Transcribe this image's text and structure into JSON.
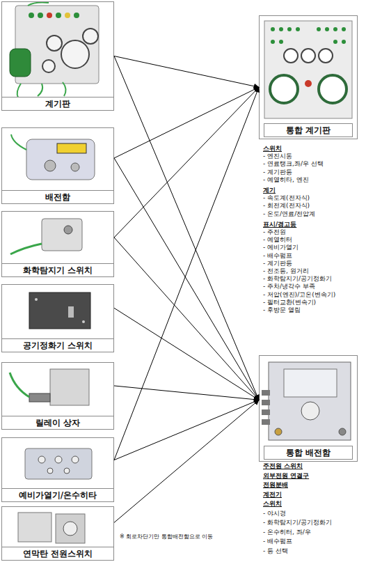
{
  "diagram": {
    "nodes": [
      {
        "text": [
          "계기판"
        ]
      },
      {
        "text": [
          "배전함"
        ]
      },
      {
        "text": [
          "화학탐지기 스위치"
        ]
      },
      {
        "text": [
          "공기정화기 스위치"
        ]
      },
      {
        "text": [
          "릴레이 상자"
        ]
      },
      {
        "text": [
          "예비가열기/온수히타"
        ]
      },
      {
        "text": [
          "연막탄 전원스위치"
        ]
      },
      {
        "text": [
          "통합 계기판"
        ]
      },
      {
        "text": [
          "통합 배전함"
        ]
      }
    ],
    "edges": [
      {
        "from": 0,
        "to": 7,
        "arrow": "to"
      },
      {
        "from": 0,
        "to": 8,
        "arrow": "to"
      },
      {
        "from": 1,
        "to": 7,
        "arrow": "to"
      },
      {
        "from": 1,
        "to": 8,
        "arrow": "to"
      },
      {
        "from": 2,
        "to": 7,
        "arrow": "to"
      },
      {
        "from": 2,
        "to": 8,
        "arrow": "to"
      },
      {
        "from": 3,
        "to": 8,
        "arrow": "to"
      },
      {
        "from": 4,
        "to": 8,
        "arrow": "to"
      },
      {
        "from": 5,
        "to": 7,
        "arrow": "to"
      },
      {
        "from": 5,
        "to": 8,
        "arrow": "to"
      },
      {
        "from": 6,
        "to": 8,
        "arrow": "to"
      }
    ],
    "labels": [
      "스위치",
      "- 엔진시동",
      "- 연료탱크,좌/우 선택",
      "- 계기판등",
      "- 예열히타, 엔진",
      "계기",
      "- 속도계(전자식)",
      "- 회전계(전자식)",
      "- 온도/연료/전압계",
      "표시/경고등",
      "- 주전원",
      "- 예열히터",
      "- 예비가열기",
      "- 배수펌프",
      "- 계기판등",
      "- 전조등, 원거리",
      "- 화학탐지기/공기정화기",
      "- 주차/냉각수 부족",
      "- 저압(엔진)/고온(변속기)",
      "- 필터교환(변속기)",
      "- 후방문 열림",
      "주전원 스위치",
      "외부전원 연결구",
      "전원분배",
      "계전기",
      "스위치",
      "- 야시경",
      "- 화학탐지기/공기정화기",
      "- 온수히터, 좌/우",
      "- 배수펌프",
      "- 등 선택",
      "※ 회로차단기만 통합배전함으로 이동"
    ]
  }
}
